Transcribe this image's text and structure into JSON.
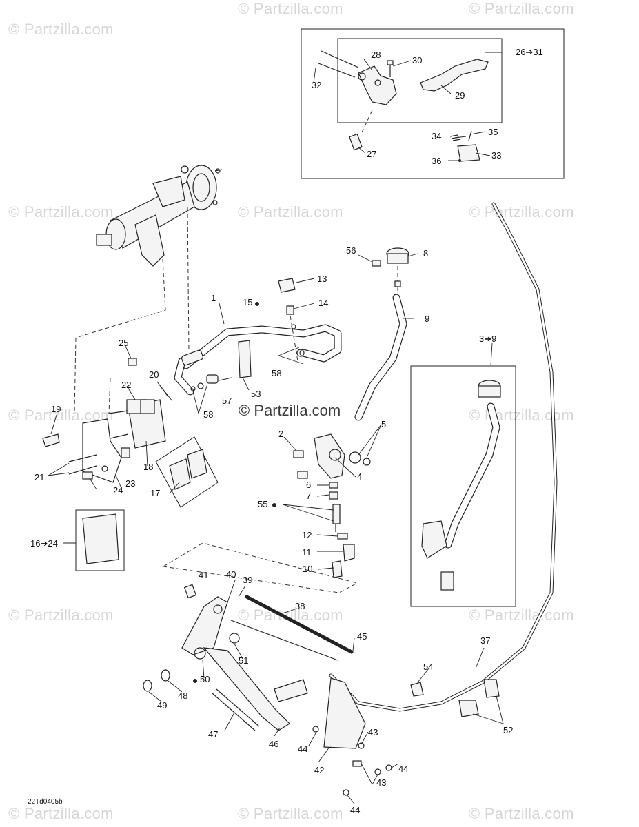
{
  "watermark": {
    "text": "© Partzilla.com"
  },
  "doc_id": "22Td0405b",
  "labels": {
    "l1": "1",
    "l2": "2",
    "l3to9": "3➔9",
    "l4": "4",
    "l5": "5",
    "l6": "6",
    "l7": "7",
    "l8": "8",
    "l9": "9",
    "l10": "10",
    "l11": "11",
    "l12": "12",
    "l13": "13",
    "l14": "14",
    "l15": "15",
    "l16to24": "16➔24",
    "l17": "17",
    "l18": "18",
    "l19": "19",
    "l20": "20",
    "l21": "21",
    "l22": "22",
    "l23": "23",
    "l24": "24",
    "l25": "25",
    "l26to31": "26➔31",
    "l27": "27",
    "l28": "28",
    "l29": "29",
    "l30": "30",
    "l32": "32",
    "l33": "33",
    "l34": "34",
    "l35": "35",
    "l36": "36",
    "l37": "37",
    "l38": "38",
    "l39": "39",
    "l40": "40",
    "l41": "41",
    "l42": "42",
    "l43a": "43",
    "l43b": "43",
    "l44a": "44",
    "l44b": "44",
    "l44c": "44",
    "l45": "45",
    "l46": "46",
    "l47": "47",
    "l48": "48",
    "l49": "49",
    "l50": "50",
    "l51": "51",
    "l52": "52",
    "l53": "53",
    "l54": "54",
    "l55": "55",
    "l56": "56",
    "l57": "57",
    "l58a": "58",
    "l58b": "58"
  }
}
